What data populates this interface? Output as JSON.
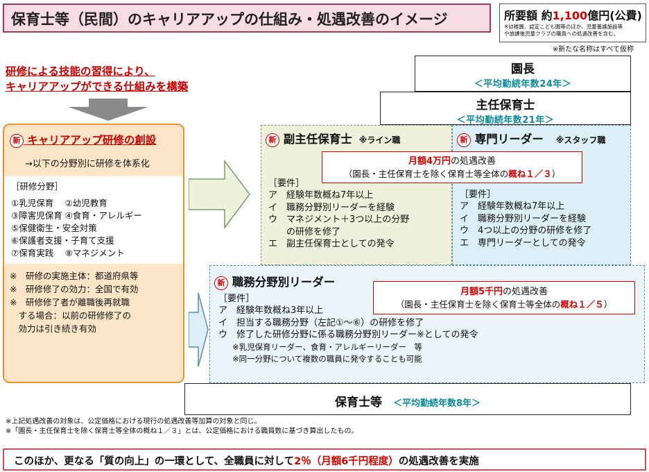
{
  "title": "保育士等（民間）のキャリアアップの仕組み・処遇改善のイメージ",
  "budget": {
    "label": "所要額 約",
    "amount": "1,100",
    "unit": "億円(公費)",
    "note1": "※幼稚園、認定こども園等のほか、児童養護施設等",
    "note2": "や放課後児童クラブの職員への処遇改善を含む。"
  },
  "tentative_note": "※新たな名称はすべて仮称",
  "headline": {
    "line1": "研修による技能の習得により、",
    "line2": "キャリアアップができる仕組みを構築"
  },
  "new_badge": "新",
  "training": {
    "title": "キャリアアップ研修の創設",
    "subtitle": "→以下の分野別に研修を体系化",
    "fields_header": "［研修分野］",
    "fields": [
      "①乳児保育　 ②幼児教育",
      "③障害児保育 ④食育・アレルギー",
      "⑤保健衛生・安全対策",
      "⑥保護者支援・子育て支援",
      "⑦保育実践　 ⑧マネジメント"
    ],
    "notes": [
      "※　研修の実施主体：都道府県等",
      "※　研修修了の効力：全国で有効",
      "※　研修修了者が離職後再就職",
      "　する場合：以前の研修修了の",
      "　効力は引き続き有効"
    ]
  },
  "enchou": {
    "title": "園長",
    "years": "＜平均勤続年数24年＞"
  },
  "shunin": {
    "title": "主任保育士",
    "years": "＜平均勤続年数21年＞"
  },
  "fuku": {
    "title": "副主任保育士",
    "tag": "※ライン職",
    "req_label": "［要件］",
    "reqs": [
      "ア　経験年数概ね7年以上",
      "イ　職務分野別リーダーを経験",
      "ウ　マネジメント＋3つ以上の分野",
      "　　の研修を修了",
      "エ　副主任保育士としての発令"
    ]
  },
  "senmon": {
    "title": "専門リーダー",
    "tag": "※スタッフ職",
    "req_label": "［要件］",
    "reqs": [
      "ア　経験年数概ね7年以上",
      "イ　職務分野別リーダーを経験",
      "ウ　4つ以上の分野の研修を修了",
      "エ　専門リーダーとしての発令"
    ]
  },
  "improve_40k": {
    "amount": "月額4万円",
    "suffix": "の処遇改善",
    "line2_pre": "（園長・主任保育士を除く保育士等全体の",
    "line2_em": "概ね１／３",
    "line2_post": "）"
  },
  "shokumu": {
    "title": "職務分野別リーダー",
    "req_label": "［要件］",
    "reqs": [
      "ア　経験年数概ね3年以上",
      "イ　担当する職務分野（左記①～⑥）の研修を修了",
      "ウ　修了した研修分野に係る職務分野別リーダー※としての発令"
    ],
    "subnotes": [
      "※乳児保育リーダー、食育・アレルギーリーダー　等",
      "※同一分野について複数の職員に発令することも可能"
    ]
  },
  "improve_5k": {
    "amount": "月額5千円",
    "suffix": "の処遇改善",
    "line2_pre": "（園長・主任保育士を除く保育士等全体の",
    "line2_em": "概ね１／５",
    "line2_post": "）"
  },
  "hoikushi": {
    "title": "保育士等",
    "years": "＜平均勤続年数8年＞"
  },
  "footnotes": [
    "※上記処遇改善の対象は、公定価格における現行の処遇改善等加算の対象と同じ。",
    "※「園長・主任保育士を除く保育士等全体の概ね１／３」とは、公定価格における職員数に基づき算出したもの。"
  ],
  "bottom": {
    "pre": "このほか、更なる「質の向上」の一環として、全職員に対して",
    "em": "2％（月額6千円程度）",
    "post": "の処遇改善を実施"
  },
  "colors": {
    "title_bg": "#f7dde3",
    "orange_box": "#fde6c8",
    "green_box": "#eef2dc",
    "blue_box": "#dceef6",
    "accent_red": "#d40000",
    "teal_text": "#0e8a99"
  }
}
